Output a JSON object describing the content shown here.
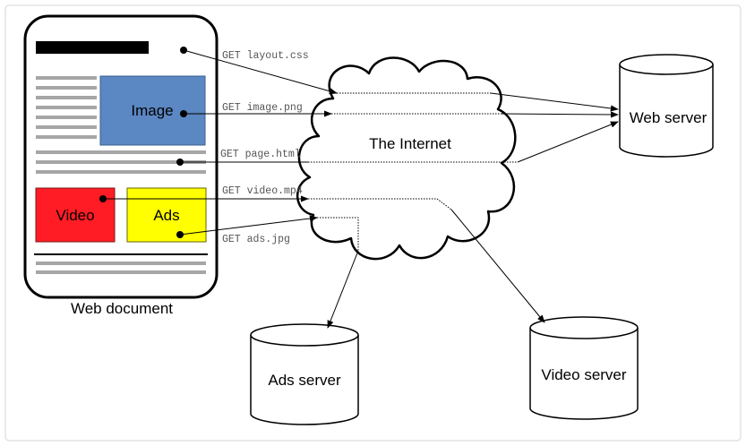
{
  "document": {
    "caption": "Web document",
    "image_label": "Image",
    "video_label": "Video",
    "ads_label": "Ads"
  },
  "internet": {
    "label": "The Internet"
  },
  "requests": {
    "layout_css": "GET layout.css",
    "image_png": "GET image.png",
    "page_html": "GET page.html",
    "video_mp4": "GET video.mp4",
    "ads_jpg": "GET ads.jpg"
  },
  "servers": {
    "web": "Web server",
    "ads": "Ads server",
    "video": "Video server"
  },
  "colors": {
    "image_box": "#5b87c2",
    "video_box": "#ff1c24",
    "ads_box": "#ffff00",
    "text_lines": "#a6a6a6"
  }
}
